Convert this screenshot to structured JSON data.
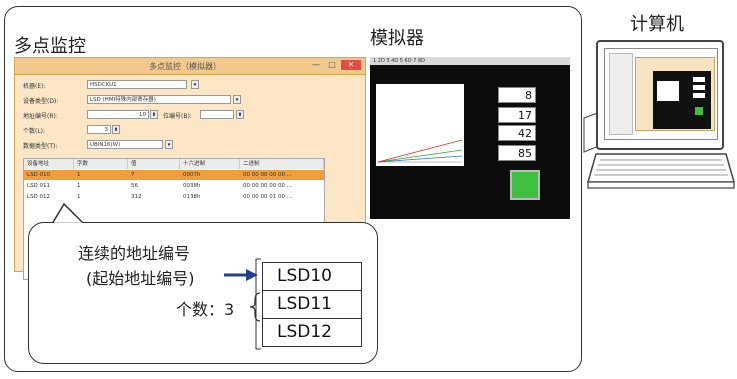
{
  "titles": {
    "multi_point_monitor": "多点监控",
    "simulator": "模拟器",
    "computer": "计算机"
  },
  "monitor_window": {
    "title": "多点监控（模拟器）",
    "controls": {
      "minimize": "—",
      "maximize": "□",
      "close": "✕"
    },
    "fields": [
      {
        "label": "机器(E):",
        "value": "HSDCKU1"
      },
      {
        "label": "设备类型(D):",
        "value": "LSD (HMI特殊内部寄存器)"
      },
      {
        "label": "地址编号(R):",
        "value": "10",
        "label2": "位编号(B):",
        "value2": ""
      },
      {
        "label": "个数(L):",
        "value": "3"
      },
      {
        "label": "数据类型(T):",
        "value": "UBIN16(W)"
      }
    ],
    "table": {
      "headers": [
        "设备地址",
        "字数",
        "值",
        "十六进制",
        "二进制"
      ],
      "rows": [
        [
          "LSD 010",
          "1",
          "7",
          "0007h",
          "00 00 00 00 00 ..."
        ],
        [
          "LSD 011",
          "1",
          "56",
          "0038h",
          "00 00 00 00 00 ..."
        ],
        [
          "LSD 012",
          "1",
          "312",
          "0138h",
          "00 00 00 01 00 ..."
        ]
      ]
    }
  },
  "simulator": {
    "menu": "1 2D 3 4D  5 6D  7 8D",
    "values": [
      "8",
      "17",
      "42",
      "85"
    ],
    "lamp_color": "#3fbf3f"
  },
  "callout": {
    "line1": "连续的地址编号",
    "line2": "(起始地址编号)",
    "count_label": "个数：3",
    "addresses": [
      "LSD10",
      "LSD11",
      "LSD12"
    ],
    "arrow_color": "#1f3f8f"
  },
  "colors": {
    "window_bg": "#fbe7c6",
    "selected_row": "#f39c3c",
    "close_button": "#e24e42"
  }
}
